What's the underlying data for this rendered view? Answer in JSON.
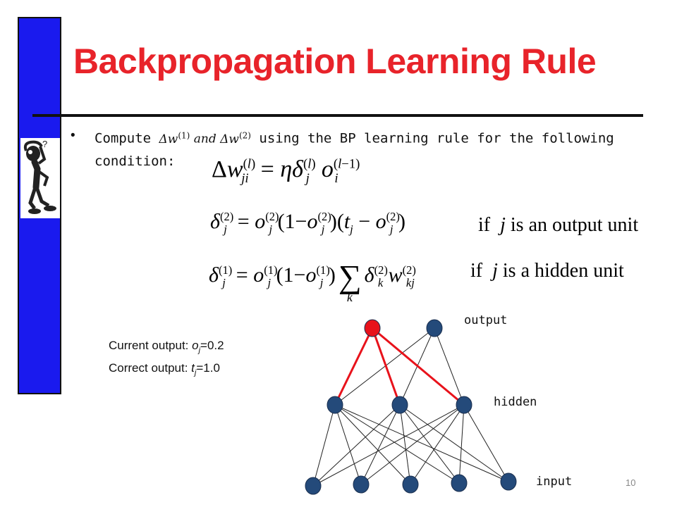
{
  "title": "Backpropagation Learning Rule",
  "bullet": {
    "prefix": "Compute ",
    "delta_w1": "Δw",
    "sup1": "(1)",
    "and": " and ",
    "delta_w2": "Δw",
    "sup2": "(2)",
    "suffix": " using the BP learning rule for the following condition:"
  },
  "equations": {
    "if_text": "if",
    "j": "j",
    "output_cond": "is an output unit",
    "hidden_cond": "is a hidden unit"
  },
  "current": {
    "current_label": "Current output: ",
    "o": "o",
    "o_sub": "j",
    "current_value": "=0.2",
    "correct_label": "Correct output: ",
    "t": "t",
    "t_sub": "j",
    "correct_value": "=1.0"
  },
  "network": {
    "output_label": "output",
    "hidden_label": "hidden",
    "input_label": "input",
    "node_color": "#244a7a",
    "highlight_color": "#e8121b"
  },
  "page_number": "10",
  "colors": {
    "title": "#e8232a",
    "sidebar": "#1a1aee"
  }
}
